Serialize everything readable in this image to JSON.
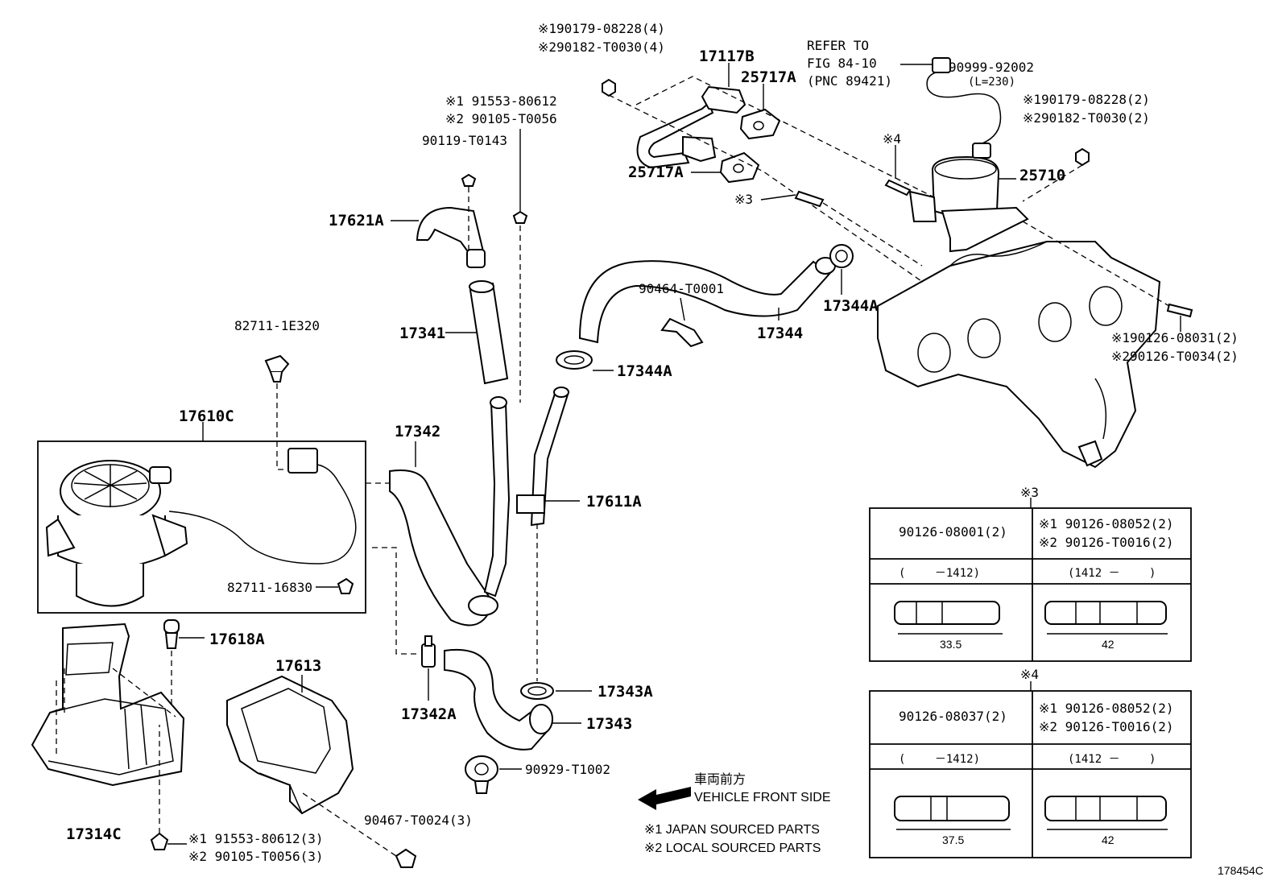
{
  "figure_code": "178454C",
  "callouts": {
    "p17610C": "17610C",
    "p82711_1E320": "82711-1E320",
    "p82711_16830": "82711-16830",
    "p17618A": "17618A",
    "p17314C": "17314C",
    "p17613": "17613",
    "bolt_bottom_1": "※1 91553-80612(3)",
    "bolt_bottom_2": "※2 90105-T0056(3)",
    "p90467": "90467-T0024(3)",
    "p17342": "17342",
    "p17342A": "17342A",
    "p17341": "17341",
    "p17621A": "17621A",
    "p90119": "90119-T0143",
    "bolt_top_1": "※1 91553-80612",
    "bolt_top_2": "※2 90105-T0056",
    "nut_top_1": "※190179-08228(4)",
    "nut_top_2": "※290182-T0030(4)",
    "p17117B": "17117B",
    "p25717A_top": "25717A",
    "p25717A_bot": "25717A",
    "ref_line1": "REFER TO",
    "ref_line2": "FIG 84-10",
    "ref_line3": "(PNC 89421)",
    "p90999": "90999-92002",
    "p90999_len": "(L=230)",
    "nut_right_1": "※190179-08228(2)",
    "nut_right_2": "※290182-T0030(2)",
    "mark4": "※4",
    "p25710": "25710",
    "mark3": "※3",
    "p90464": "90464-T0001",
    "p17344": "17344",
    "p17344A_right": "17344A",
    "p17344A_left": "17344A",
    "stud_right_1": "※190126-08031(2)",
    "stud_right_2": "※290126-T0034(2)",
    "p17611A": "17611A",
    "p17343A": "17343A",
    "p17343": "17343",
    "p90929": "90929-T1002"
  },
  "direction": {
    "jp": "車両前方",
    "en": "VEHICLE FRONT SIDE"
  },
  "notes": {
    "note1": "※1 JAPAN SOURCED PARTS",
    "note2": "※2 LOCAL SOURCED PARTS"
  },
  "tables": [
    {
      "mark": "※3",
      "left_part": "90126-08001(2)",
      "right_part_1": "※1 90126-08052(2)",
      "right_part_2": "※2 90126-T0016(2)",
      "left_range": "(　　 －1412)",
      "right_range": "(1412 －　　 )",
      "left_length": "33.5",
      "right_length": "42"
    },
    {
      "mark": "※4",
      "left_part": "90126-08037(2)",
      "right_part_1": "※1 90126-08052(2)",
      "right_part_2": "※2 90126-T0016(2)",
      "left_range": "(　　 －1412)",
      "right_range": "(1412 －　　 )",
      "left_length": "37.5",
      "right_length": "42"
    }
  ]
}
